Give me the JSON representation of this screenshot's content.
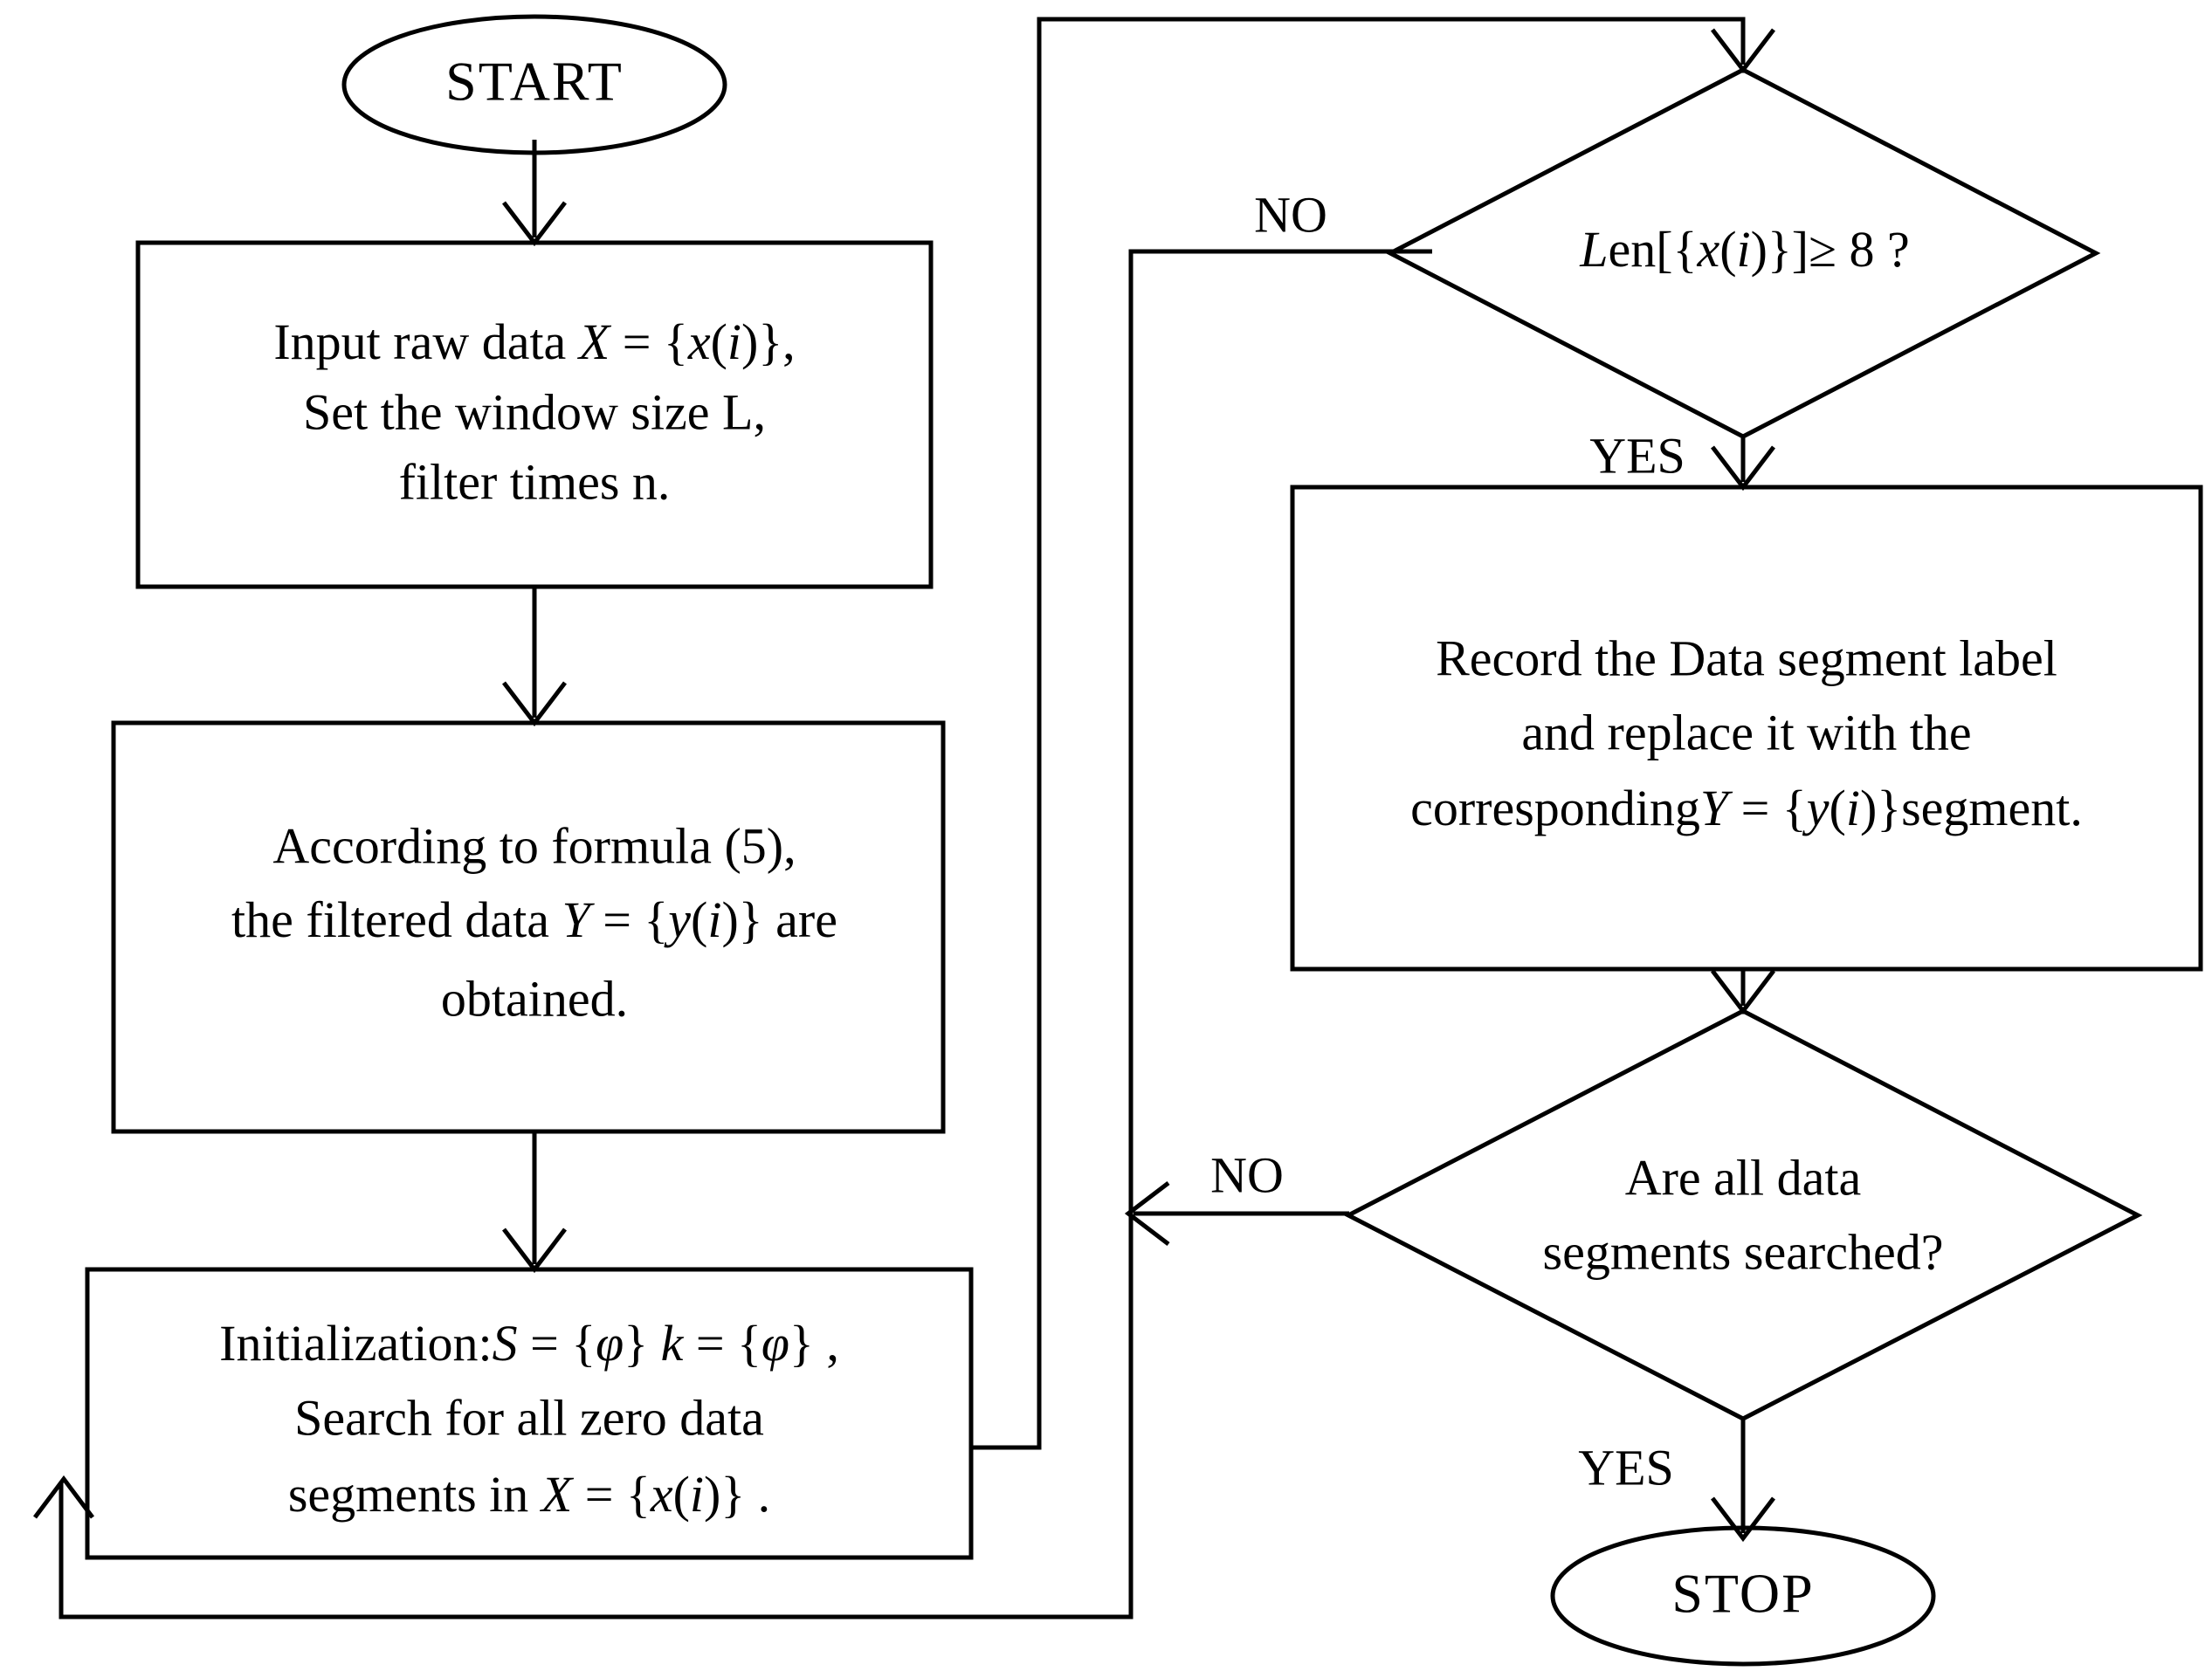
{
  "diagram": {
    "title": "Zero data segment search and replacement flowchart",
    "type": "flowchart",
    "background_color": "#ffffff",
    "line_color": "#000000",
    "text_color": "#000000"
  },
  "nodes": {
    "start": {
      "shape": "ellipse",
      "label": "START"
    },
    "stop": {
      "shape": "ellipse",
      "label": "STOP"
    },
    "input_box": {
      "shape": "rectangle",
      "lines": [
        "Input raw data X = {x(i)},",
        "Set the window size L,",
        "filter times n."
      ],
      "line1_pre": "Input raw data ",
      "line1_var": "X",
      "line1_eq": " = {",
      "line1_var2": "x",
      "line1_paren_open": "(",
      "line1_var3": "i",
      "line1_paren_close": ")",
      "line1_post": "},",
      "line2": "Set the window size L,",
      "line3": "filter times n."
    },
    "filter_box": {
      "shape": "rectangle",
      "lines": [
        "According to formula (5),",
        "the filtered data Y = {y(i)} are",
        "obtained."
      ],
      "line1": "According to formula (5),",
      "line2_pre": "the filtered data  ",
      "line2_var": "Y",
      "line2_eq": " = {",
      "line2_var2": "y",
      "line2_paren_open": "(",
      "line2_var3": "i",
      "line2_paren_close": ")",
      "line2_post": "} are",
      "line3": "obtained."
    },
    "init_box": {
      "shape": "rectangle",
      "lines": [
        "Initialization: S = {φ}  k = {φ}  ,",
        "Search for all zero data",
        "segments in X = {x(i)} ."
      ],
      "line1_pre": "Initialization:",
      "line1_var_s": "S",
      "line1_eq1": " = {",
      "line1_phi1": "φ",
      "line1_close1": "}  ",
      "line1_var_k": "k",
      "line1_eq2": " = {",
      "line1_phi2": "φ",
      "line1_close2": "}   ,",
      "line2": "Search for all zero data",
      "line3_pre": "segments in ",
      "line3_var": "X",
      "line3_eq": " = {",
      "line3_var2": "x",
      "line3_paren_open": "(",
      "line3_var3": "i",
      "line3_paren_close": ")",
      "line3_post": "}  ."
    },
    "length_decision": {
      "shape": "diamond",
      "label": "Len[{x(i)}] ≥ 8 ?",
      "pre_var": "L",
      "pre_rest": "en[{",
      "var1": "x",
      "paren_open": "(",
      "var2": "i",
      "paren_close": ")",
      "post": "}] ≥ 8 ?"
    },
    "record_box": {
      "shape": "rectangle",
      "lines": [
        "Record the Data segment label",
        "and replace it with the",
        "corresponding Y = {y(i)} segment."
      ],
      "line1": "Record the Data segment label",
      "line2": "and replace it with the",
      "line3_pre": "corresponding",
      "line3_var": "Y",
      "line3_eq": " = {",
      "line3_var2": "y",
      "line3_paren_open": "(",
      "line3_var3": "i",
      "line3_paren_close": ")",
      "line3_post": "}",
      "line3_tail": "segment."
    },
    "searched_decision": {
      "shape": "diamond",
      "lines": [
        "Are all data",
        "segments searched?"
      ],
      "line1": "Are all data",
      "line2": "segments searched?"
    }
  },
  "branch_labels": {
    "length_no": "NO",
    "length_yes": "YES",
    "searched_no": "NO",
    "searched_yes": "YES"
  },
  "edges": [
    {
      "from": "start",
      "to": "input_box",
      "label": ""
    },
    {
      "from": "input_box",
      "to": "filter_box",
      "label": ""
    },
    {
      "from": "filter_box",
      "to": "init_box",
      "label": ""
    },
    {
      "from": "init_box",
      "to": "length_decision",
      "label": ""
    },
    {
      "from": "length_decision",
      "to": "record_box",
      "label": "YES"
    },
    {
      "from": "length_decision",
      "to": "searched_decision",
      "label": "NO"
    },
    {
      "from": "record_box",
      "to": "searched_decision",
      "label": ""
    },
    {
      "from": "searched_decision",
      "to": "stop",
      "label": "YES"
    },
    {
      "from": "searched_decision",
      "to": "init_box",
      "label": "NO"
    }
  ]
}
